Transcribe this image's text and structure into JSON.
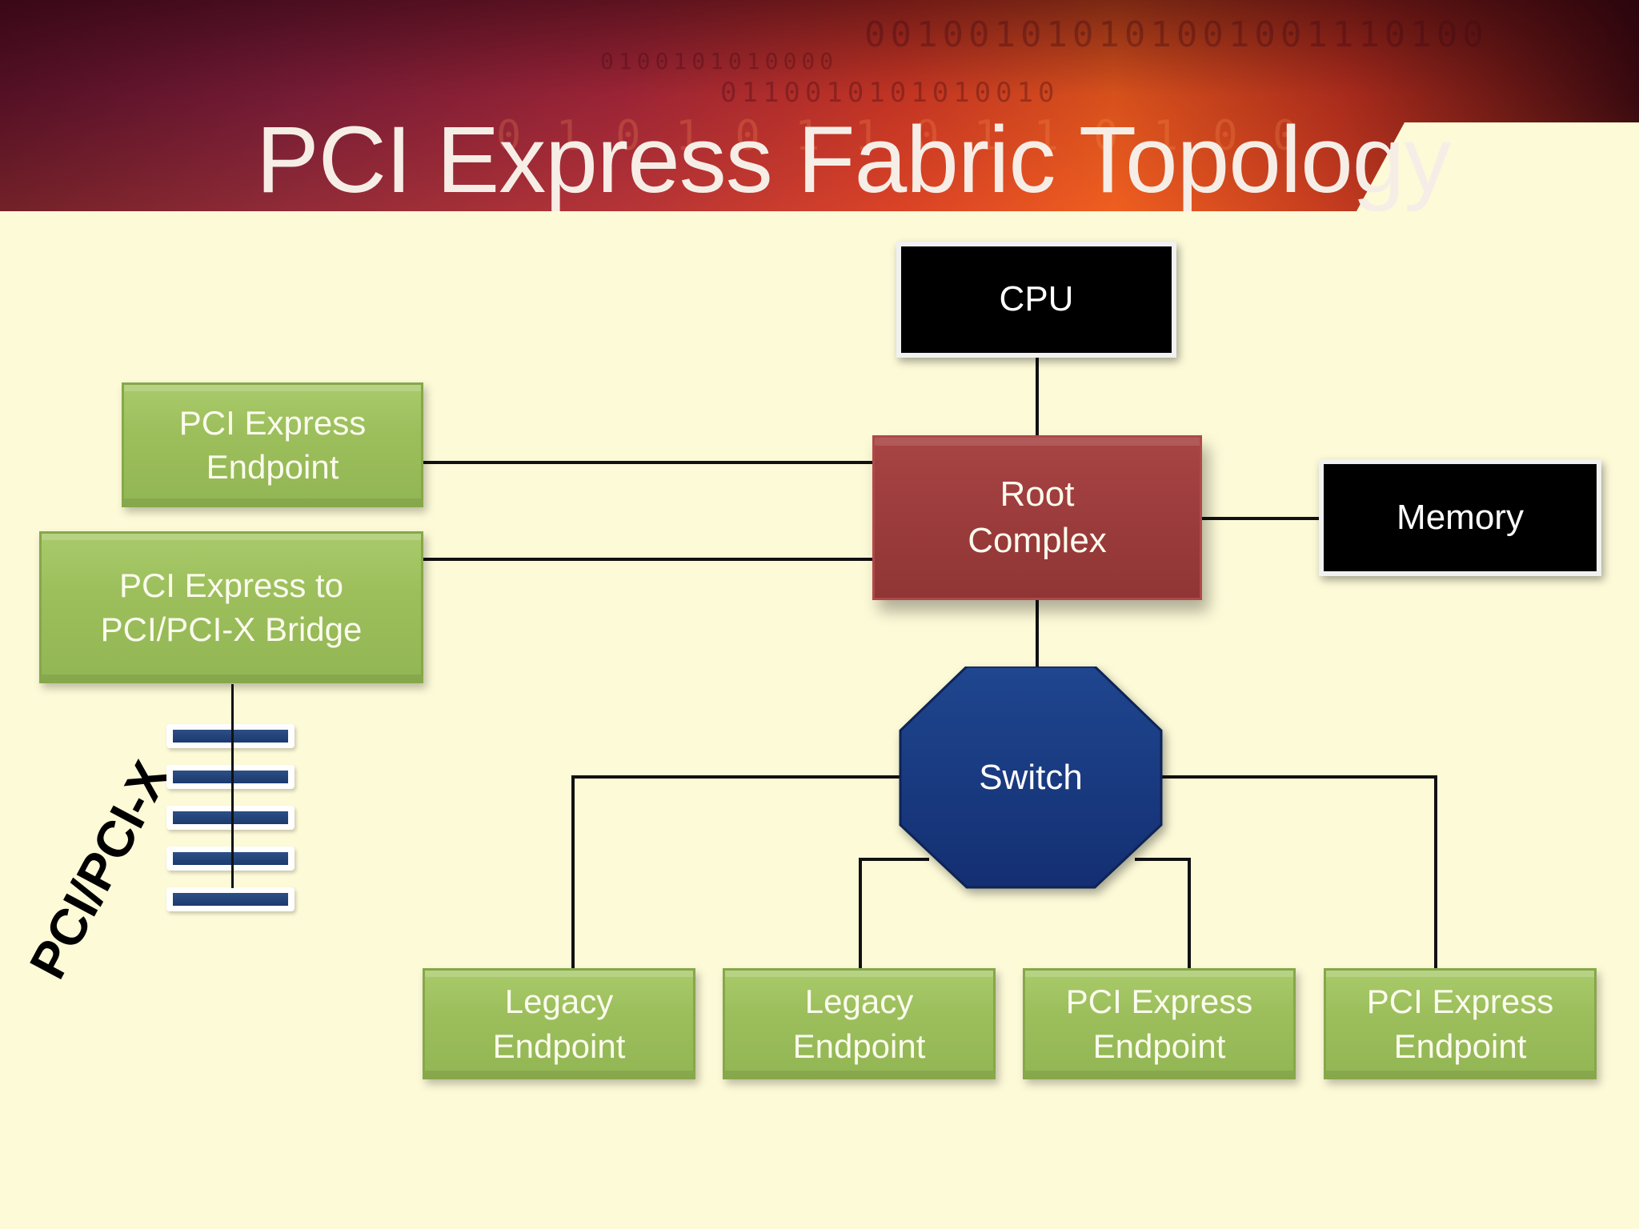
{
  "slide": {
    "title": "PCI Express Fabric Topology",
    "header_binary": [
      "001001010101001001110100",
      "0100101010000",
      "0110010101010010",
      "0 1 0 1 0 1 1 0 1 1 0 1 0 0"
    ]
  },
  "nodes": {
    "cpu": "CPU",
    "root_complex": "Root\nComplex",
    "memory": "Memory",
    "switch": "Switch",
    "endpoint_top_left": "PCI Express\nEndpoint",
    "bridge": "PCI Express to\nPCI/PCI-X Bridge",
    "legacy_endpoint_1": "Legacy\nEndpoint",
    "legacy_endpoint_2": "Legacy\nEndpoint",
    "pcie_endpoint_3": "PCI Express\nEndpoint",
    "pcie_endpoint_4": "PCI Express\nEndpoint"
  },
  "bus": {
    "label": "PCI/PCI-X",
    "slot_count": 5
  },
  "colors": {
    "endpoint_green": "#9cbf5c",
    "root_complex_red": "#9c3c3c",
    "switch_blue": "#1a3a8a",
    "cpu_memory_black": "#000000",
    "background": "#fdfad8"
  }
}
